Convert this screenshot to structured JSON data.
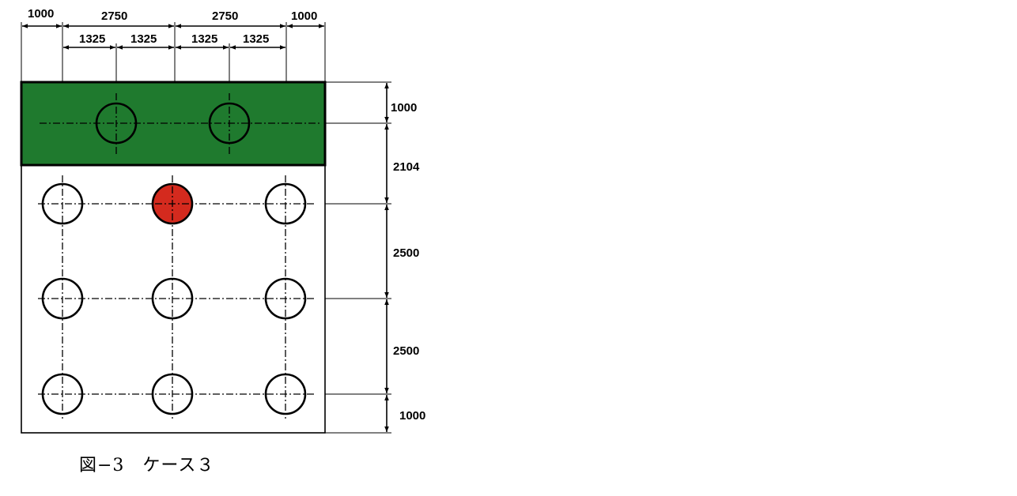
{
  "figure": {
    "caption": "図−3　ケース３",
    "colors": {
      "footing": "#1f7a2e",
      "highlight_pile": "#d42a1e",
      "line": "#000000",
      "background": "#ffffff"
    },
    "top_dimensions": {
      "overall": [
        "1000",
        "2750",
        "2750",
        "1000"
      ],
      "sub": [
        "1325",
        "1325",
        "1325",
        "1325"
      ]
    },
    "right_dimensions": [
      "1000",
      "2104",
      "2500",
      "2500",
      "1000"
    ],
    "footing_piles": 2,
    "grid_piles": {
      "rows": 3,
      "cols": 3,
      "highlighted": "row 1, col 2"
    }
  }
}
